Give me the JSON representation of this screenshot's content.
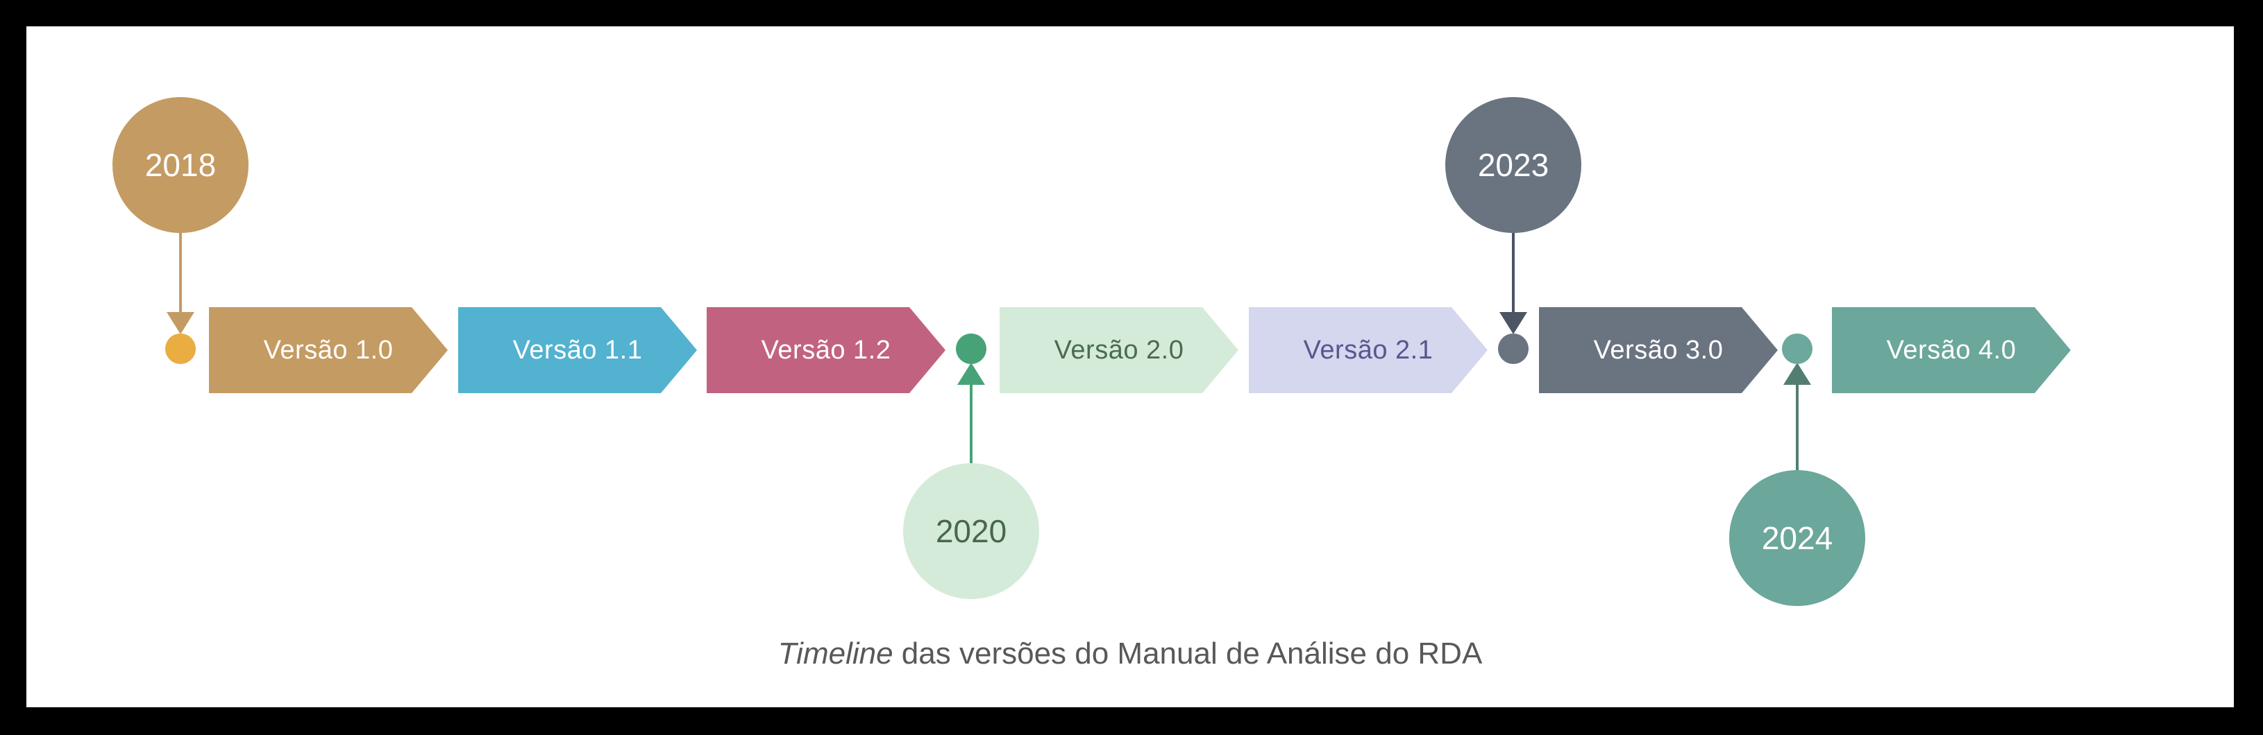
{
  "colors": {
    "frame": "#000000",
    "background": "#ffffff",
    "caption_text": "#57585a"
  },
  "timeline": {
    "versions": [
      {
        "label": "Versão 1.0",
        "fill": "#c49b62",
        "text_color": "#ffffff"
      },
      {
        "label": "Versão 1.1",
        "fill": "#52b2d0",
        "text_color": "#ffffff"
      },
      {
        "label": "Versão 1.2",
        "fill": "#c16380",
        "text_color": "#ffffff"
      },
      {
        "label": "Versão 2.0",
        "fill": "#d5ebd9",
        "text_color": "#4b6b52"
      },
      {
        "label": "Versão 2.1",
        "fill": "#d4d7ee",
        "text_color": "#57568f"
      },
      {
        "label": "Versão 3.0",
        "fill": "#6a7380",
        "text_color": "#ffffff"
      },
      {
        "label": "Versão 4.0",
        "fill": "#6ba79a",
        "text_color": "#ffffff"
      }
    ],
    "milestones": [
      {
        "year": "2018",
        "circle_fill": "#c49b62",
        "circle_text": "#ffffff",
        "connector_color": "#c49b62",
        "dot_color": "#e9ad42"
      },
      {
        "year": "2020",
        "circle_fill": "#d5ebd9",
        "circle_text": "#47684f",
        "connector_color": "#47a377",
        "dot_color": "#47a377"
      },
      {
        "year": "2023",
        "circle_fill": "#6a7380",
        "circle_text": "#ffffff",
        "connector_color": "#4b5563",
        "dot_color": "#6a7380"
      },
      {
        "year": "2024",
        "circle_fill": "#6ba79a",
        "circle_text": "#ffffff",
        "connector_color": "#527e72",
        "dot_color": "#6ca89b"
      }
    ]
  },
  "caption": {
    "italic_part": "Timeline",
    "rest": " das versões do Manual de Análise do RDA"
  }
}
